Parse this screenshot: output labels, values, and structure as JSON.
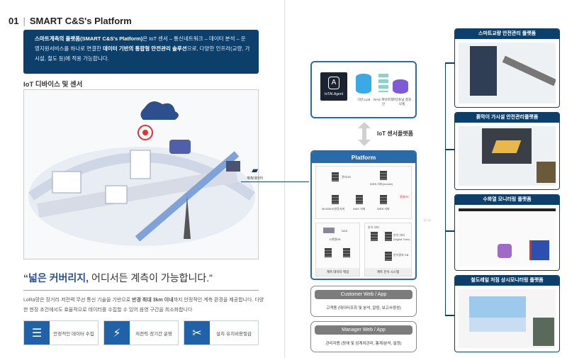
{
  "left": {
    "section_num": "01",
    "section_title": "SMART C&S's Platform",
    "intro": {
      "bold1": "스마트계측의 플랫폼(SMART C&S's Platform)",
      "t1": "은 IoT 센서 – 통신네트워크 – 데이터 분석 – 운영지원서비스를 하나로 연결한 ",
      "bold2": "데이터 기반의 통합형 안전관리 솔루션",
      "t2": "으로, 다양한 인프라(교량, 가시설, 철도 등)에 적용 가능합니다."
    },
    "iot_heading": "IoT 디바이스 및 센서",
    "quote_bold": "“넓은 커버리지,",
    "quote_rest": " 어디서든 계측이 가능합니다.”",
    "para": {
      "t1": "LoRa망은 장거리·저전력 무선 통신 기술을 기반으로 ",
      "bold": "반경 최대 3km 이내",
      "t2": "까지 안정적인 계측 환경을 제공합니다. 다양한 현장 조건에서도 효율적으로 데이터를 수집할 수 있어 음영 구간을 최소화합니다"
    },
    "features": [
      {
        "label": "안정적인 데이터 수집",
        "icon": "server-icon"
      },
      {
        "label": "저전력·장기간 운영",
        "icon": "lightning-icon"
      },
      {
        "label": "설치·유지비용절감",
        "icon": "tools-icon"
      }
    ]
  },
  "right": {
    "data_label": "계측데이터",
    "agent": {
      "logo": "IoTAI.Agent",
      "items": [
        "기반 LLM",
        "RAG 파이프라인",
        "파인튜닝 결과모델"
      ]
    },
    "iot_platform_label": "IoT 센서플랫폼",
    "platform": {
      "title": "Platform",
      "nodes": [
        "관리DB",
        "WEB 서버(mobile)",
        "알림PC",
        "MODBUS연동서버",
        "WAS 서버",
        "WEB 서버",
        "NAS",
        "시계열DB",
        "분석 서버",
        "분석 서버(Digital Twin)",
        "분석결과 DB"
      ],
      "captions": [
        "계측 데이터 백업",
        "계측 분석 시스템"
      ]
    },
    "customer": {
      "title": "Customer Web / App",
      "desc": "고객용 (데이터조회 및 분석, 알림, 보고서생성)"
    },
    "manager": {
      "title": "Manager Web / App",
      "desc": "관리자용 (장애 및 임계치관리, 통계/분석, 설정)"
    },
    "panels": [
      "스마트교량 안전관리 플랫폼",
      "흙막이 가시설 안전관리플랫폼",
      "수화열 모니터링 플랫폼",
      "철도레일 처짐 상시모니터링 플랫폼"
    ]
  }
}
